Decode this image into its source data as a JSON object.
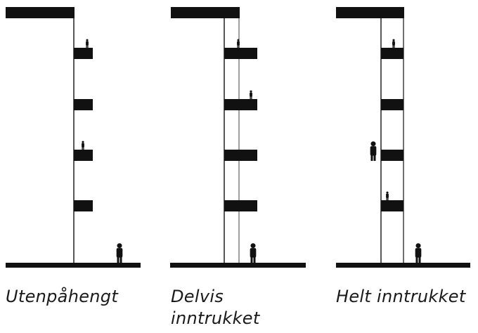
{
  "panels": [
    {
      "id": "utenpahengt",
      "caption": "Utenpåhengt"
    },
    {
      "id": "delvis-inntrukket",
      "caption_line1": "Delvis",
      "caption_line2": "inntrukket"
    },
    {
      "id": "helt-inntrukket",
      "caption": "Helt inntrukket"
    }
  ],
  "colors": {
    "ink": "#111111",
    "background": "#ffffff"
  }
}
